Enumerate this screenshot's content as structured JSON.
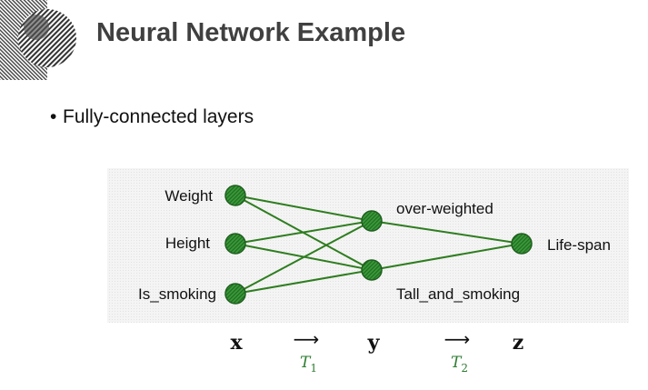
{
  "slide": {
    "title": "Neural Network Example",
    "bullet": "Fully-connected layers"
  },
  "colors": {
    "title": "#404040",
    "node_fill": "#2e8b2e",
    "edge": "#2e7d1f",
    "panel": "#f2f2f2",
    "t_label": "#2e7d32"
  },
  "diagram": {
    "input_labels": [
      "Weight",
      "Height",
      "Is_smoking"
    ],
    "hidden_labels": [
      "over-weighted",
      "Tall_and_smoking"
    ],
    "output_label": "Life-span",
    "vars": {
      "x": "x",
      "y": "y",
      "z": "z"
    },
    "arrow": "⟶",
    "transforms": [
      {
        "base": "T",
        "sub": "1"
      },
      {
        "base": "T",
        "sub": "2"
      }
    ]
  }
}
